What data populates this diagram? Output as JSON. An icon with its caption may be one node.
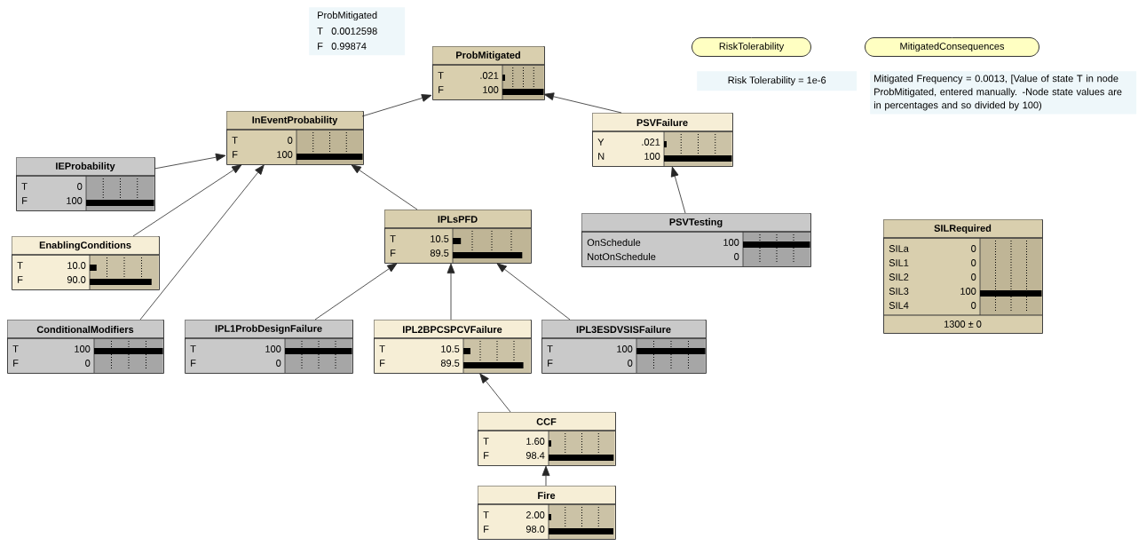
{
  "diagram": {
    "nodes": [
      {
        "text": [
          "ProbMitigated",
          "T",
          "0.0012598",
          "F",
          "0.99874"
        ]
      },
      {
        "text": [
          "ProbMitigated",
          "T",
          ".021",
          "F",
          "100"
        ]
      },
      {
        "text": [
          "RiskTolerability"
        ]
      },
      {
        "text": [
          "MitigatedConsequences"
        ]
      },
      {
        "text": [
          "Risk Tolerability = 1e-6"
        ]
      },
      {
        "text": [
          "Mitigated Frequency = 0.0013, [Value of state T in node ProbMitigated, entered manually. -Node state values are in percentages and so divided by 100)"
        ]
      },
      {
        "text": [
          "InEventProbability",
          "T",
          "0",
          "F",
          "100"
        ]
      },
      {
        "text": [
          "PSVFailure",
          "Y",
          ".021",
          "N",
          "100"
        ]
      },
      {
        "text": [
          "IEProbability",
          "T",
          "0",
          "F",
          "100"
        ]
      },
      {
        "text": [
          "IPLsPFD",
          "T",
          "10.5",
          "F",
          "89.5"
        ]
      },
      {
        "text": [
          "PSVTesting",
          "OnSchedule",
          "100",
          "NotOnSchedule",
          "0"
        ]
      },
      {
        "text": [
          "SILRequired",
          "SILa",
          "0",
          "SIL1",
          "0",
          "SIL2",
          "0",
          "SIL3",
          "100",
          "SIL4",
          "0",
          "1300 ± 0"
        ]
      },
      {
        "text": [
          "EnablingConditions",
          "T",
          "10.0",
          "F",
          "90.0"
        ]
      },
      {
        "text": [
          "ConditionalModifiers",
          "T",
          "100",
          "F",
          "0"
        ]
      },
      {
        "text": [
          "IPL1ProbDesignFailure",
          "T",
          "100",
          "F",
          "0"
        ]
      },
      {
        "text": [
          "IPL2BPCSPCVFailure",
          "T",
          "10.5",
          "F",
          "89.5"
        ]
      },
      {
        "text": [
          "IPL3ESDVSISFailure",
          "T",
          "100",
          "F",
          "0"
        ]
      },
      {
        "text": [
          "CCF",
          "T",
          "1.60",
          "F",
          "98.4"
        ]
      },
      {
        "text": [
          "Fire",
          "T",
          "2.00",
          "F",
          "98.0"
        ]
      }
    ],
    "edges": [
      {
        "from": 6,
        "to": 1,
        "arrow": "to"
      },
      {
        "from": 7,
        "to": 1,
        "arrow": "to"
      },
      {
        "from": 8,
        "to": 6,
        "arrow": "to"
      },
      {
        "from": 12,
        "to": 6,
        "arrow": "to"
      },
      {
        "from": 13,
        "to": 6,
        "arrow": "to"
      },
      {
        "from": 9,
        "to": 6,
        "arrow": "to"
      },
      {
        "from": 10,
        "to": 7,
        "arrow": "to"
      },
      {
        "from": 14,
        "to": 9,
        "arrow": "to"
      },
      {
        "from": 15,
        "to": 9,
        "arrow": "to"
      },
      {
        "from": 16,
        "to": 9,
        "arrow": "to"
      },
      {
        "from": 17,
        "to": 15,
        "arrow": "to"
      },
      {
        "from": 18,
        "to": 17,
        "arrow": "to"
      }
    ]
  }
}
